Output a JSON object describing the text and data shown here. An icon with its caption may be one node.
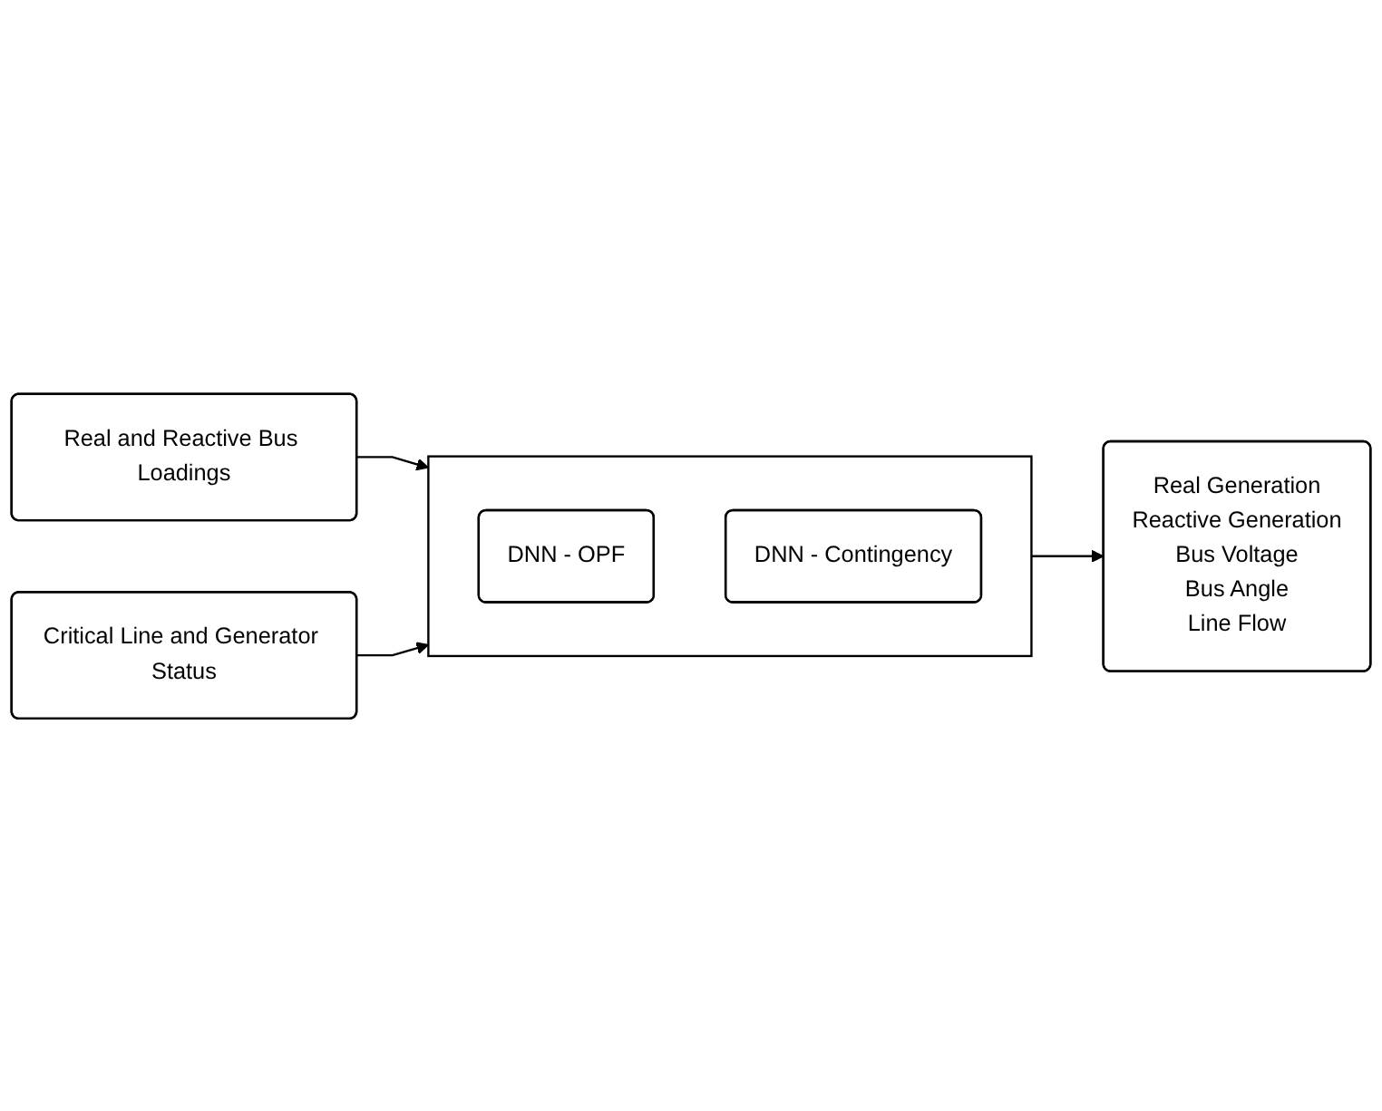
{
  "diagram": {
    "nodes": [
      {
        "text": [
          "Real and Reactive Bus Loadings"
        ]
      },
      {
        "text": [
          "Critical Line and Generator Status"
        ]
      },
      {
        "text": [],
        "shape": "box"
      },
      {
        "text": [
          "DNN - OPF"
        ],
        "in": 2
      },
      {
        "text": [
          "DNN - Contingency"
        ],
        "in": 2
      },
      {
        "text": [
          "Real Generation",
          "Reactive Generation",
          "Bus Voltage",
          "Bus Angle",
          "Line Flow"
        ]
      }
    ],
    "edges": [
      {
        "from": 0,
        "to": 2,
        "arrow": "to"
      },
      {
        "from": 1,
        "to": 2,
        "arrow": "to"
      },
      {
        "from": 2,
        "to": 5,
        "arrow": "to"
      }
    ]
  }
}
